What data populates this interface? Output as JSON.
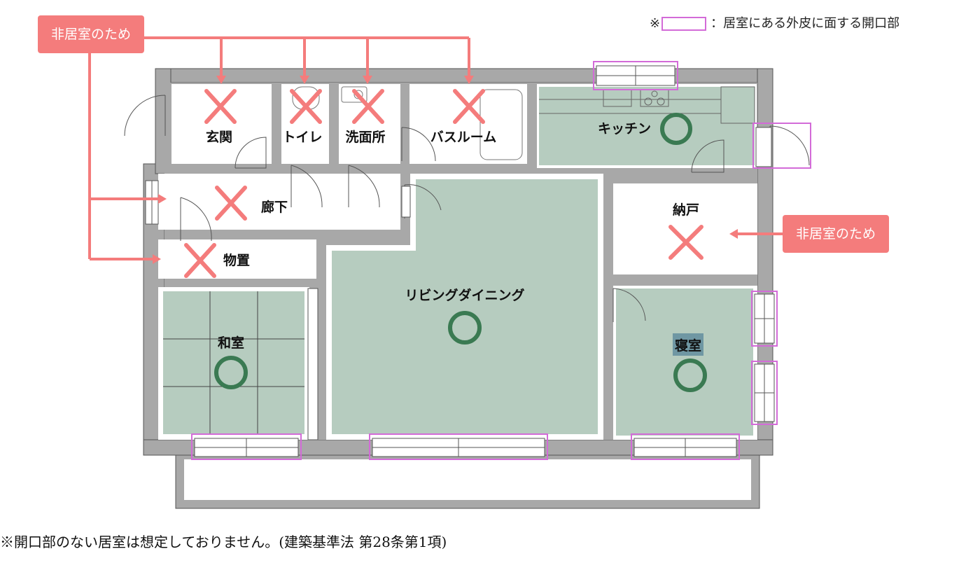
{
  "legend": {
    "prefix": "※",
    "text": "：居室にある外皮に面する開口部"
  },
  "callouts": {
    "left": "非居室のため",
    "right": "非居室のため"
  },
  "rooms": {
    "genkan": "玄関",
    "toilet": "トイレ",
    "senmen": "洗面所",
    "bath": "バスルーム",
    "kitchen": "キッチン",
    "rouka": "廊下",
    "nando": "納戸",
    "monooki": "物置",
    "living": "リビングダイニング",
    "washitsu": "和室",
    "shinshitsu": "寝室"
  },
  "footnote": "※開口部のない居室は想定しておりません。(建築基準法 第28条第1項)",
  "colors": {
    "wall": "#a8a8a8",
    "wall_edge": "#555555",
    "habitable_fill": "#b6ccbf",
    "circle": "#3a7a52",
    "cross": "#f47c7c",
    "arrow": "#f47c7c",
    "opening": "#d36bd8",
    "label_highlight": "#6f97a3"
  }
}
